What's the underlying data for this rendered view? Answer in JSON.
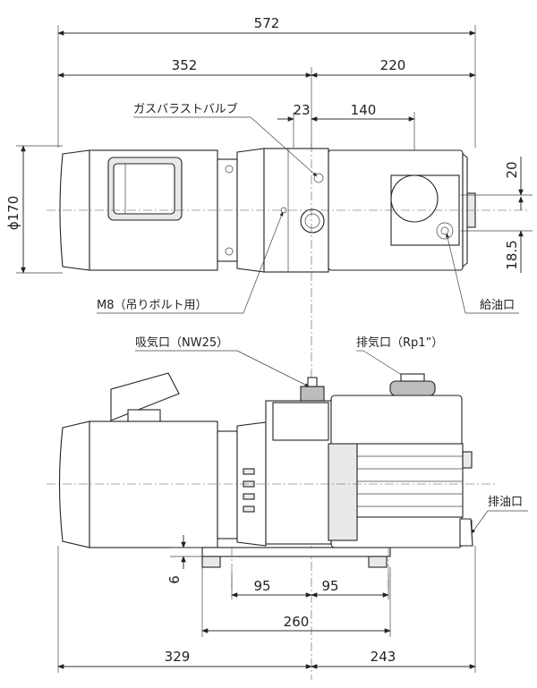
{
  "dimensions": {
    "overall_length": "572",
    "motor_side_length": "352",
    "pump_side_length": "220",
    "offset_23": "23",
    "offset_140": "140",
    "diameter": "ϕ170",
    "vertical_20": "20",
    "vertical_18_5": "18.5",
    "base_height": "6",
    "foot_spacing_left": "95",
    "foot_spacing_right": "95",
    "base_length": "260",
    "bottom_left": "329",
    "bottom_right": "243"
  },
  "labels": {
    "gas_ballast_valve": "ガスバラストバルブ",
    "lifting_bolt": "M8（吊りボルト用）",
    "oil_fill_port": "給油口",
    "intake_port": "吸気口（NW25）",
    "exhaust_port": "排気口（Rp1”）",
    "oil_drain_port": "排油口"
  }
}
